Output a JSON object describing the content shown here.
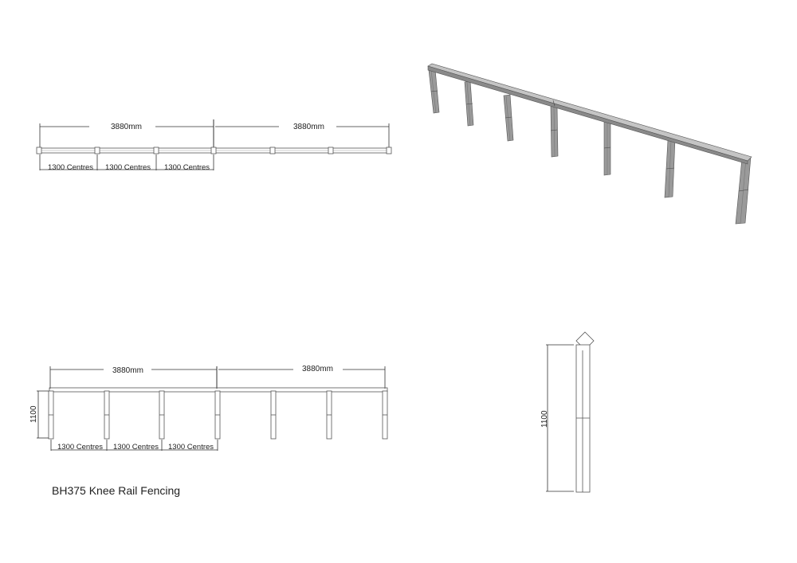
{
  "title": "BH375 Knee Rail Fencing",
  "plan_view": {
    "span_labels": [
      "3880mm",
      "3880mm"
    ],
    "centre_labels": [
      "1300 Centres",
      "1300 Centres",
      "1300 Centres"
    ],
    "post_count": 7
  },
  "elevation_view": {
    "span_labels": [
      "3880mm",
      "3880mm"
    ],
    "centre_labels": [
      "1300 Centres",
      "1300 Centres",
      "1300 Centres"
    ],
    "height_label": "1100",
    "post_count": 7
  },
  "end_view": {
    "height_label": "1100"
  },
  "isometric_view": {
    "post_count": 7
  },
  "colors": {
    "line": "#555555",
    "dim_line": "#333333",
    "iso_fill": "#9a9a9a",
    "iso_dark": "#6e6e6e",
    "iso_light": "#c4c4c4"
  }
}
